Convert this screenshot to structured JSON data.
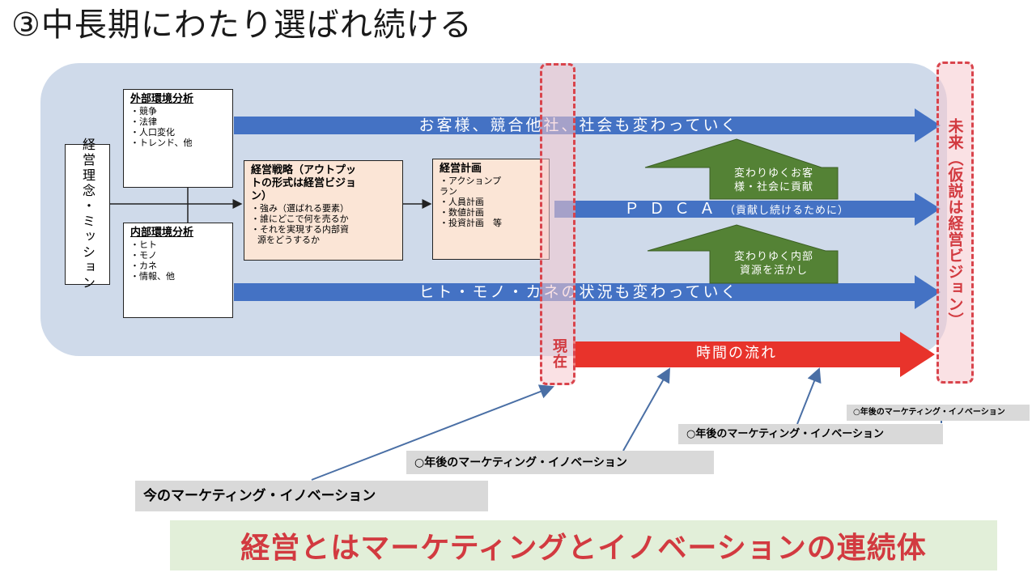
{
  "title": "③中長期にわたり選ばれ続ける",
  "mission": "経営理念・ミッション",
  "external": {
    "heading": "外部環境分析",
    "items": [
      "・競争",
      "・法律",
      "・人口変化",
      "・トレンド、他"
    ]
  },
  "internal": {
    "heading": "内部環境分析",
    "items": [
      "・ヒト",
      "・モノ",
      "・カネ",
      "・情報、他"
    ]
  },
  "strategy": {
    "heading_line1": "経営戦略（アウトプッ",
    "heading_line2": "トの形式は経営ビジョ",
    "heading_line3": "ン）",
    "items": [
      "・強み（選ばれる要素）",
      "・誰にどこで何を売るか",
      "・それを実現する内部資",
      "源をどうするか"
    ]
  },
  "plan": {
    "heading": "経営計画",
    "items": [
      "・アクションプ",
      "ラン",
      "・人員計画",
      "・数値計画",
      "・投資計画　等"
    ]
  },
  "bands": {
    "top": "お客様、競合他社、社会も変わっていく",
    "pdca_main": "ＰＤＣＡ",
    "pdca_sub": "（貢献し続けるために）",
    "bottom": "ヒト・モノ・カネの状況も変わっていく",
    "time": "時間の流れ"
  },
  "green": {
    "upper_line1": "変わりゆくお客",
    "upper_line2": "様・社会に貢献",
    "lower_line1": "変わりゆく内部",
    "lower_line2": "資源を活かし"
  },
  "present": "現在",
  "future": "未来（仮説は経営ビジョン）",
  "labels": {
    "now": "今のマーケティング・イノベーション",
    "mid": "○年後のマーケティング・イノベーション",
    "later": "○年後のマーケティング・イノベーション",
    "far": "○年後のマーケティング・イノベーション"
  },
  "conclusion": "経営とはマーケティングとイノベーションの連続体",
  "colors": {
    "panel": "#cfdaea",
    "blue_band": "#4472c4",
    "green_arrow": "#548235",
    "red_arrow": "#e8332b",
    "dashed_red": "#d9444c",
    "conclusion_text": "#d23a40",
    "conclusion_bg": "#e2efd9"
  }
}
